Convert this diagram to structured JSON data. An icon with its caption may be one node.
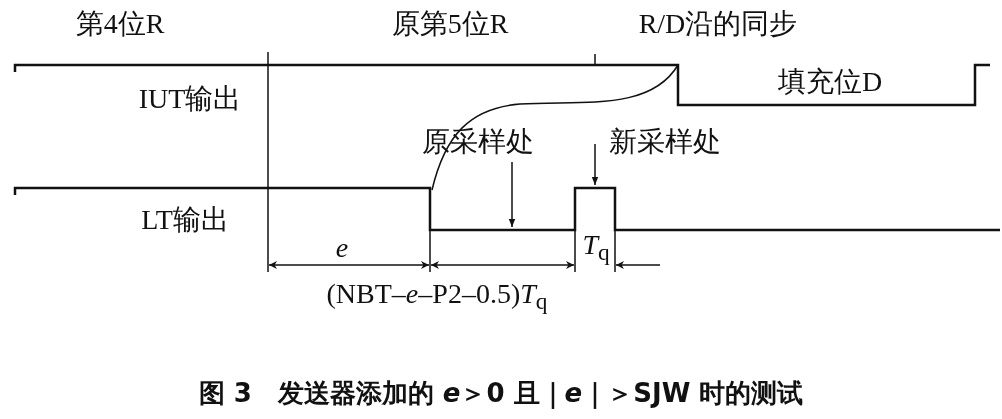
{
  "diagram": {
    "caption": "图 3　发送器添加的 *e*＞0 且｜*e*｜＞SJW 时的测试",
    "nodes": [
      {
        "text": [
          "原采样处"
        ]
      },
      {
        "text": [
          "新采样处"
        ]
      },
      {
        "text": [],
        "shape": "line"
      }
    ],
    "edges": [
      {
        "from": 0,
        "to": 2,
        "arrow": "to"
      },
      {
        "from": 1,
        "to": 2,
        "arrow": "to"
      }
    ],
    "labels": [
      "第4位R",
      "原第5位R",
      "R/D沿的同步",
      "IUT输出",
      "填充位D",
      "LT输出",
      "*e*",
      "(NBT–*e*–P2–0.5)*T*$_{q}$",
      "*T*$_{q}$"
    ]
  }
}
